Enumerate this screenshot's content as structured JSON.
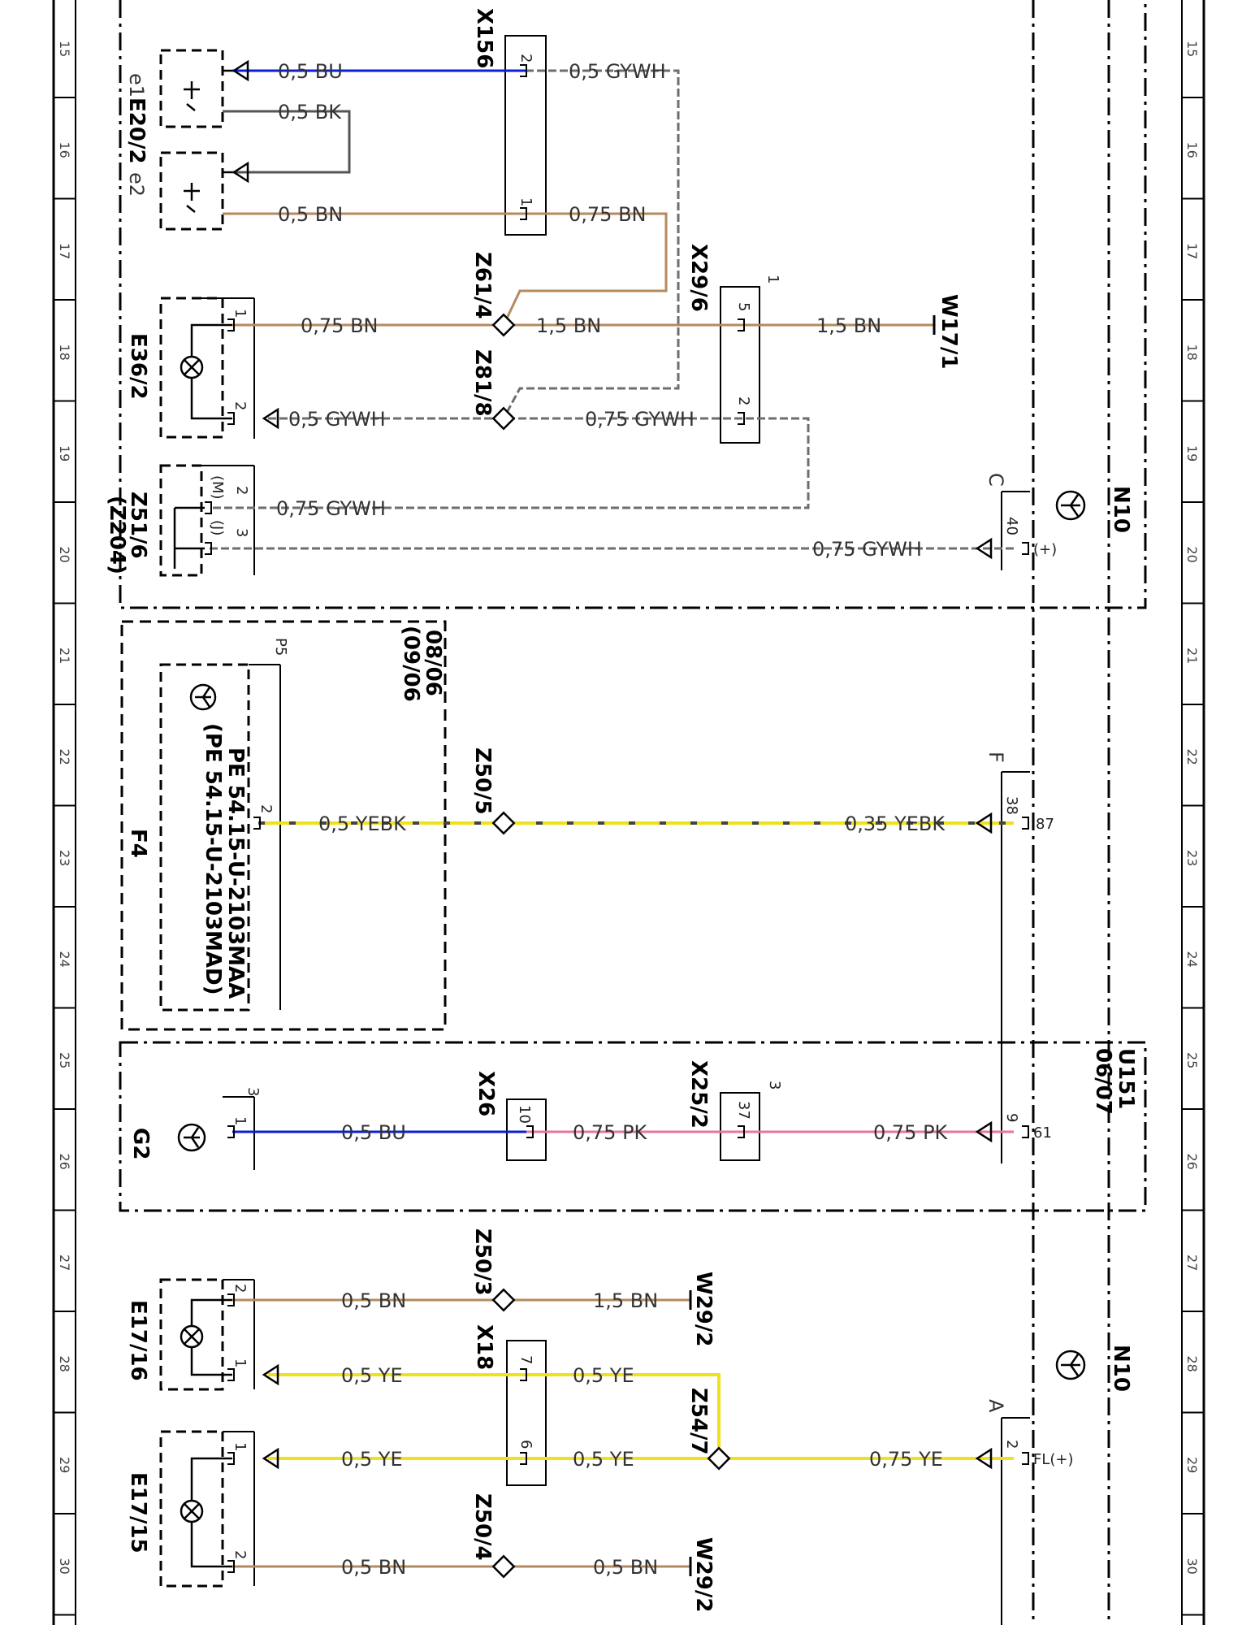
{
  "colors": {
    "BU": "#0b1fd6",
    "BN": "#b58a5e",
    "GYWH": "#6e6e6e",
    "PK": "#e8769a",
    "YE": "#f0e21a",
    "BK": "#444444",
    "YEBK": "#f0e21a",
    "frame": "#000000"
  },
  "ruler_numbers": [
    "15",
    "16",
    "17",
    "18",
    "19",
    "20",
    "21",
    "22",
    "23",
    "24",
    "25",
    "26",
    "27",
    "28",
    "29",
    "30"
  ],
  "components": {
    "e20_2": "E20/2",
    "e1": "e1",
    "e2": "e2",
    "e36_2": "E36/2",
    "z51_6": "Z51/6",
    "z204": "(Z204)",
    "f4": "F4",
    "p5": "P5",
    "g2": "G2",
    "g2_num": "3",
    "e17_16": "E17/16",
    "e17_15": "E17/15",
    "n10_a": "N10",
    "n10_b": "N10",
    "u151": "U151",
    "u151_date": "06/07",
    "date_range_1": "08/06",
    "date_range_2": "(09/06",
    "pe_ref_1": "PE 54.15-U-2103MAA",
    "pe_ref_2": "(PE 54.15-U-2103MAD)"
  },
  "connectors": {
    "x156": "X156",
    "x29_6": "X29/6",
    "x29_6_num": "1",
    "x26": "X26",
    "x25_2": "X25/2",
    "x25_2_num": "3",
    "x18": "X18",
    "z61_4": "Z61/4",
    "z81_8": "Z81/8",
    "z50_5": "Z50/5",
    "z50_3": "Z50/3",
    "z50_4": "Z50/4",
    "z54_7": "Z54/7",
    "w17_1": "W17/1",
    "w29_2a": "W29/2",
    "w29_2b": "W29/2",
    "n10_c": "C",
    "n10_f": "F",
    "n10_a_pin": "A"
  },
  "pins": {
    "x156_2": "2",
    "x156_1": "1",
    "e36_1": "1",
    "e36_2": "2",
    "x29_5": "5",
    "x29_2": "2",
    "z51_2": "2",
    "z51_3": "3",
    "z51_m": "(M)",
    "z51_j": "(J)",
    "n10_40": "40",
    "n10_plus": "(+)",
    "f4_2": "2",
    "n10_38": "38",
    "n10_87": "87",
    "g2_1": "1",
    "x26_10": "10",
    "x25_37": "37",
    "n10_9": "9",
    "n10_61": "61",
    "e1716_2": "2",
    "e1716_1": "1",
    "x18_7": "7",
    "x18_6": "6",
    "e1715_1": "1",
    "e1715_2": "2",
    "n10_2": "2",
    "n10_fl": "FL(+)"
  },
  "wires": {
    "w1": "0,5 BU",
    "w2": "0,5 GYWH",
    "w3": "0,5 BK",
    "w4": "0,5 BN",
    "w5": "0,75 BN",
    "w6": "0,75 BN",
    "w7": "1,5 BN",
    "w8": "1,5 BN",
    "w9": "0,5 GYWH",
    "w10": "0,75 GYWH",
    "w11": "0,75 GYWH",
    "w12": "0,75 GYWH",
    "w13": "0,5 YEBK",
    "w14": "0,35 YEBK",
    "w15": "0,5 BU",
    "w16": "0,75 PK",
    "w17": "0,75 PK",
    "w18": "0,5 BN",
    "w19": "1,5 BN",
    "w20": "0,5 YE",
    "w21": "0,5 YE",
    "w22": "0,5 YE",
    "w23": "0,5 YE",
    "w24": "0,75 YE",
    "w25": "0,5 BN",
    "w26": "0,5 BN"
  }
}
